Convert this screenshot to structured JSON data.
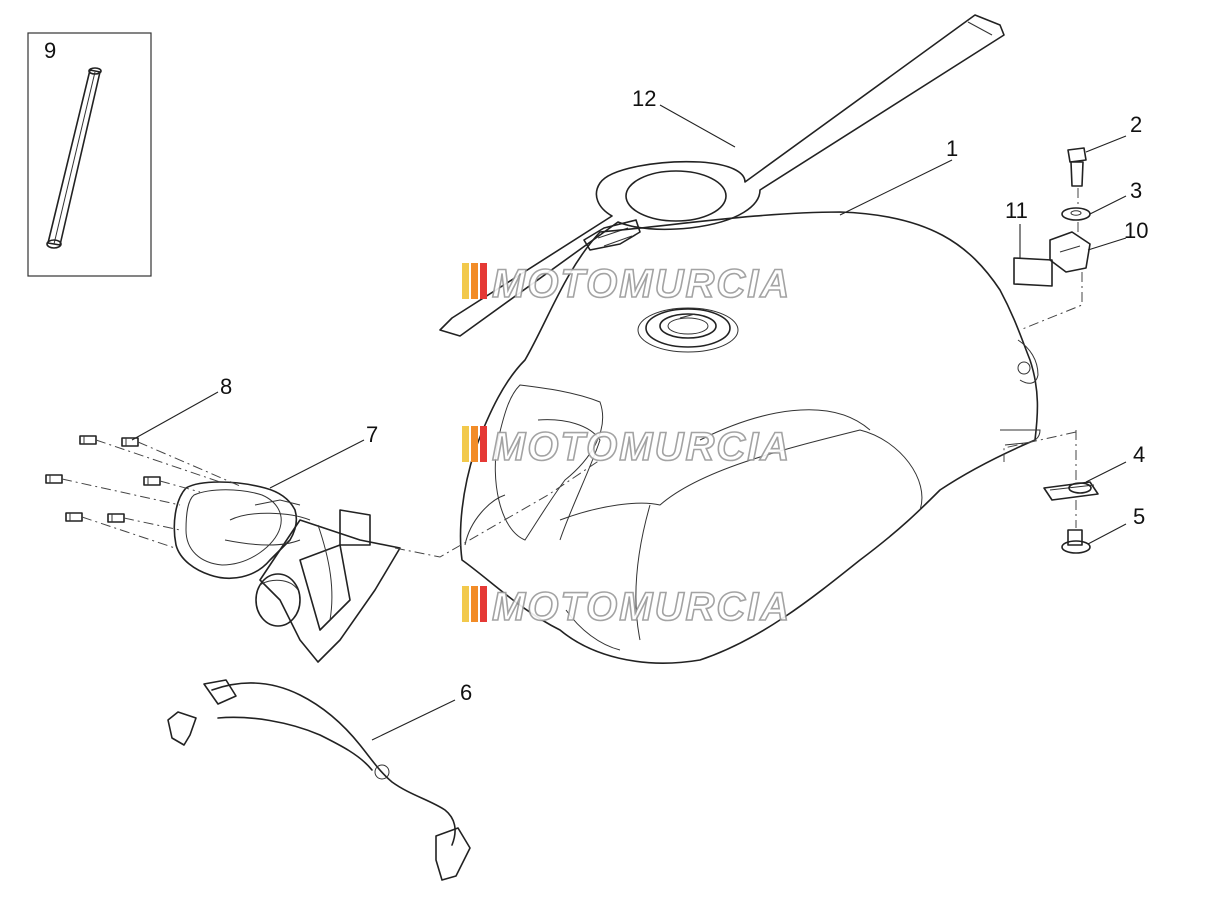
{
  "callouts": {
    "c1": "1",
    "c2": "2",
    "c3": "3",
    "c4": "4",
    "c5": "5",
    "c6": "6",
    "c7": "7",
    "c8": "8",
    "c9": "9",
    "c10": "10",
    "c11": "11",
    "c12": "12"
  },
  "watermark": {
    "text": "MOTOMURCIA",
    "stripe_colors": [
      "#f2c94c",
      "#f28c28",
      "#e53935"
    ]
  }
}
